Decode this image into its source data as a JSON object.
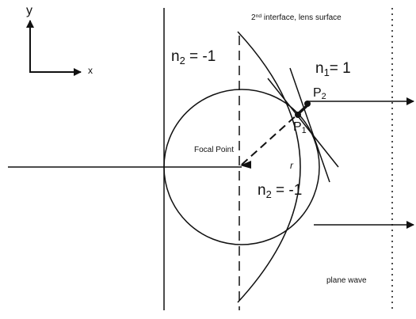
{
  "axes": {
    "y_label": "y",
    "x_label": "x"
  },
  "labels": {
    "interface_prefix": "2",
    "interface_sup": "nd",
    "interface_rest": " interface, lens surface",
    "n_left_base": "n",
    "n_left_sub": "2",
    "n_left_value": " = -1",
    "n_right_base": "n",
    "n_right_sub": "1",
    "n_right_value": "= 1",
    "p1_base": "P",
    "p1_sub": "1",
    "p2_base": "P",
    "p2_sub": "2",
    "focal_point": "Focal Point",
    "radius": "r",
    "n_bottom_base": "n",
    "n_bottom_sub": "2",
    "n_bottom_value": " = -1",
    "plane_wave": "plane wave"
  }
}
